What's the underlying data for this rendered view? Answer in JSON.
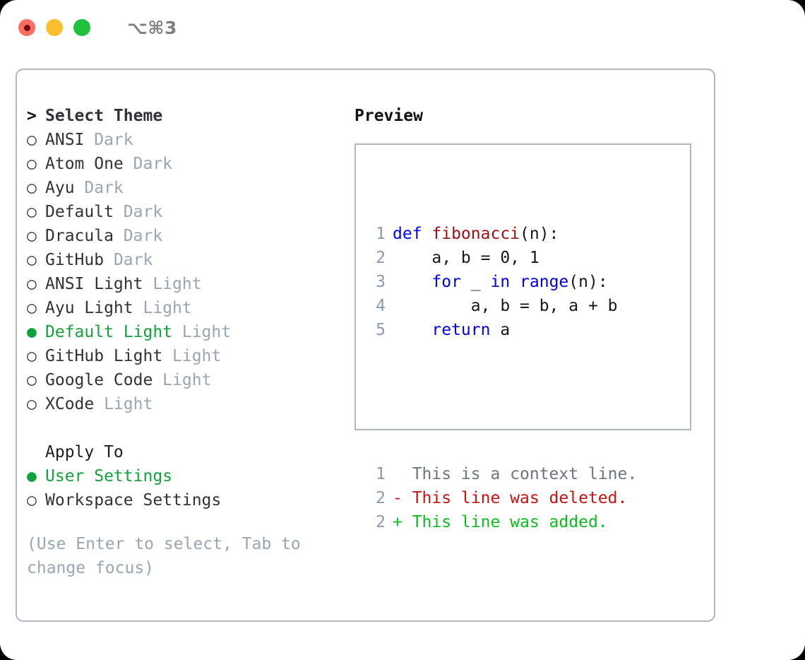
{
  "titlebar": {
    "shortcut": "⌥⌘3",
    "dots": [
      "close-red",
      "minimize-amber",
      "zoom-green"
    ]
  },
  "theme_list": {
    "header": {
      "marker": ">",
      "label": "Select Theme"
    },
    "items": [
      {
        "marker": "○",
        "label": "ANSI",
        "suffix": " Dark",
        "selected": false
      },
      {
        "marker": "○",
        "label": "Atom One",
        "suffix": " Dark",
        "selected": false
      },
      {
        "marker": "○",
        "label": "Ayu",
        "suffix": " Dark",
        "selected": false
      },
      {
        "marker": "○",
        "label": "Default",
        "suffix": " Dark",
        "selected": false
      },
      {
        "marker": "○",
        "label": "Dracula",
        "suffix": " Dark",
        "selected": false
      },
      {
        "marker": "○",
        "label": "GitHub",
        "suffix": " Dark",
        "selected": false
      },
      {
        "marker": "○",
        "label": "ANSI Light",
        "suffix": " Light",
        "selected": false
      },
      {
        "marker": "○",
        "label": "Ayu Light",
        "suffix": " Light",
        "selected": false
      },
      {
        "marker": "●",
        "label": "Default Light",
        "suffix": " Light",
        "selected": true
      },
      {
        "marker": "○",
        "label": "GitHub Light",
        "suffix": " Light",
        "selected": false
      },
      {
        "marker": "○",
        "label": "Google Code",
        "suffix": " Light",
        "selected": false
      },
      {
        "marker": "○",
        "label": "XCode",
        "suffix": " Light",
        "selected": false
      }
    ]
  },
  "apply_to": {
    "header": {
      "marker": " ",
      "label": "Apply To"
    },
    "items": [
      {
        "marker": "●",
        "label": "User Settings",
        "suffix": "",
        "selected": true
      },
      {
        "marker": "○",
        "label": "Workspace Settings",
        "suffix": "",
        "selected": false
      }
    ]
  },
  "hint": "(Use Enter to select, Tab to change focus)",
  "preview": {
    "title": "Preview",
    "code_lines": [
      {
        "num": "1",
        "tokens": [
          {
            "t": "def ",
            "c": "kw"
          },
          {
            "t": "fibonacci",
            "c": "fn"
          },
          {
            "t": "(n):",
            "c": "plain"
          }
        ]
      },
      {
        "num": "2",
        "tokens": [
          {
            "t": "    a, b = 0, 1",
            "c": "plain"
          }
        ]
      },
      {
        "num": "3",
        "tokens": [
          {
            "t": "    ",
            "c": "plain"
          },
          {
            "t": "for",
            "c": "kw"
          },
          {
            "t": " _ ",
            "c": "plain"
          },
          {
            "t": "in",
            "c": "kw"
          },
          {
            "t": " ",
            "c": "plain"
          },
          {
            "t": "range",
            "c": "kw"
          },
          {
            "t": "(n):",
            "c": "plain"
          }
        ]
      },
      {
        "num": "4",
        "tokens": [
          {
            "t": "        a, b = b, a + b",
            "c": "plain"
          }
        ]
      },
      {
        "num": "5",
        "tokens": [
          {
            "t": "    ",
            "c": "plain"
          },
          {
            "t": "return",
            "c": "kw"
          },
          {
            "t": " a",
            "c": "plain"
          }
        ]
      }
    ],
    "diff_lines": [
      {
        "num": "1",
        "tokens": [
          {
            "t": "  This is a context line.",
            "c": "ctx"
          }
        ]
      },
      {
        "num": "2",
        "tokens": [
          {
            "t": "- This line was deleted.",
            "c": "del"
          }
        ]
      },
      {
        "num": "2",
        "tokens": [
          {
            "t": "+ This line was added.",
            "c": "add"
          }
        ]
      }
    ]
  },
  "colors": {
    "selected_green": "#12a23b",
    "muted_grey": "#9aa5b3",
    "border": "#aeb7c3",
    "keyword_blue": "#0000ee",
    "function_red": "#a50f0f",
    "diff_delete": "#cc1111",
    "diff_add": "#0cbe1e"
  }
}
